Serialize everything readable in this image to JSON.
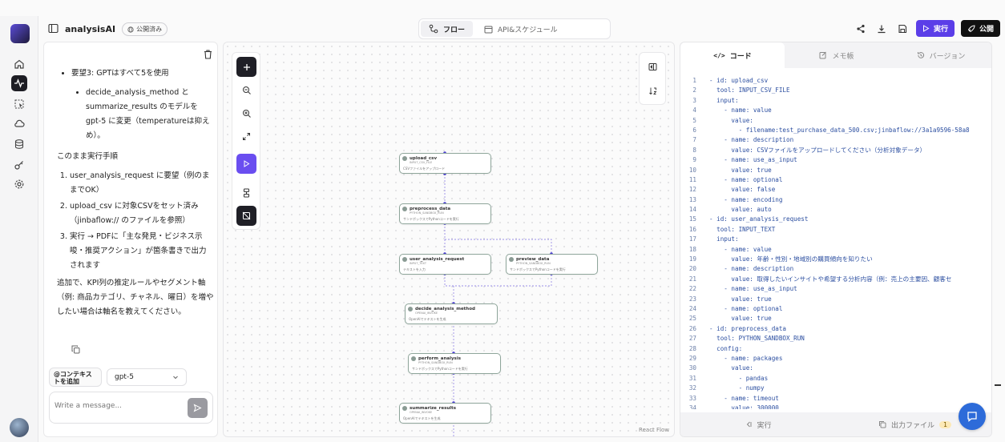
{
  "topbar": {
    "app_title": "analysisAI",
    "publish_status": "公開済み",
    "tab_flow": "フロー",
    "tab_api": "API&スケジュール",
    "run_label": "実行",
    "publish_label": "公開"
  },
  "chat": {
    "req3": "要望3: GPTはすべて5を使用",
    "req3_detail": "decide_analysis_method と summarize_results のモデルを gpt-5 に変更（temperatureは抑えめ）。",
    "steps_heading": "このまま実行手順",
    "steps": [
      "user_analysis_request に要望（例のままでOK）",
      "upload_csv に対象CSVをセット済み（jinbaflow:// のファイルを参照）",
      "実行 → PDFに「主な発見・ビジネス示唆・推奨アクション」が箇条書きで出力されます"
    ],
    "closing": "追加で、KPI列の推定ルールやセグメント軸（例: 商品カテゴリ、チャネル、曜日）を増やしたい場合は軸名を教えてください。",
    "context_button": "@コンテキストを追加",
    "model": "gpt-5",
    "input_placeholder": "Write a message..."
  },
  "canvas": {
    "nodes": [
      {
        "title": "upload_csv",
        "sub": "INPUT_CSV_FILE",
        "desc": "CSVファイルをアップロード"
      },
      {
        "title": "preprocess_data",
        "sub": "PYTHON_SANDBOX_RUN",
        "desc": "サンドボックスでPythonコードを実行"
      },
      {
        "title": "user_analysis_request",
        "sub": "INPUT_TEXT",
        "desc": "テキストを入力"
      },
      {
        "title": "preview_data",
        "sub": "PYTHON_SANDBOX_RUN",
        "desc": "サンドボックスでPythonコードを実行"
      },
      {
        "title": "decide_analysis_method",
        "sub": "OPENAI_INVOKE",
        "desc": "OpenAIでテキストを生成"
      },
      {
        "title": "perform_analysis",
        "sub": "PYTHON_SANDBOX_RUN",
        "desc": "サンドボックスでPythonコードを実行"
      },
      {
        "title": "summarize_results",
        "sub": "OPENAI_INVOKE",
        "desc": "OpenAIでテキストを生成"
      }
    ],
    "watermark": "React Flow"
  },
  "code_panel": {
    "tab_code": "コード",
    "tab_memo": "メモ帳",
    "tab_version": "バージョン",
    "lines": [
      "- id: upload_csv",
      "  tool: INPUT_CSV_FILE",
      "  input:",
      "    - name: value",
      "      value:",
      "        - filename:test_purchase_data_500.csv;jinbaflow://3a1a9596-58a8",
      "    - name: description",
      "      value: CSVファイルをアップロードしてください（分析対象データ）",
      "    - name: use_as_input",
      "      value: true",
      "    - name: optional",
      "      value: false",
      "    - name: encoding",
      "      value: auto",
      "- id: user_analysis_request",
      "  tool: INPUT_TEXT",
      "  input:",
      "    - name: value",
      "      value: 年齢・性別・地域別の購買傾向を知りたい",
      "    - name: description",
      "      value: 取得したいインサイトや希望する分析内容（例：売上の主要因、顧客セ",
      "    - name: use_as_input",
      "      value: true",
      "    - name: optional",
      "      value: true",
      "- id: preprocess_data",
      "  tool: PYTHON_SANDBOX_RUN",
      "  config:",
      "    - name: packages",
      "      value:",
      "        - pandas",
      "        - numpy",
      "    - name: timeout",
      "      value: 300000"
    ],
    "run_tab": "実行",
    "output_files_tab": "出力ファイル",
    "output_files_count": "1"
  }
}
